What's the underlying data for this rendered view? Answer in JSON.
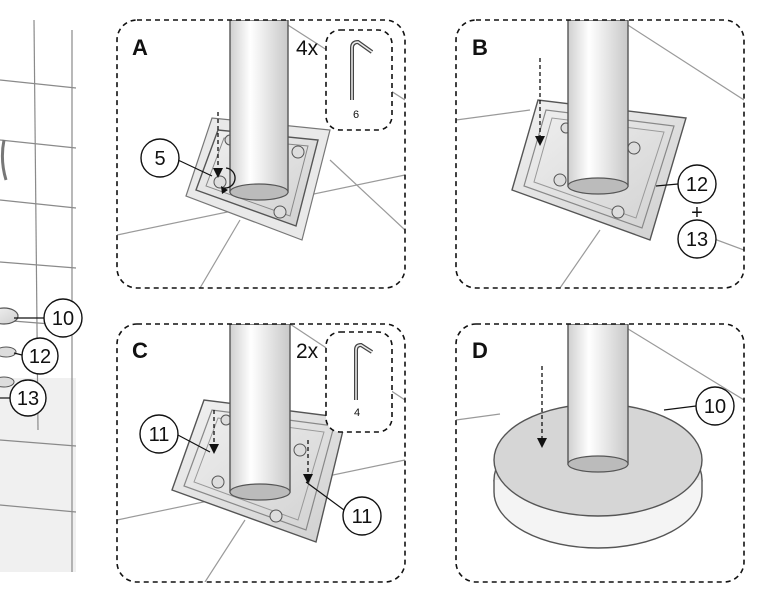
{
  "panels": [
    {
      "letter": "A",
      "quantity": "4x",
      "key_size": "6",
      "callouts": [
        "5"
      ]
    },
    {
      "letter": "B",
      "callouts": [
        "12",
        "13"
      ],
      "plus": "+"
    },
    {
      "letter": "C",
      "quantity": "2x",
      "key_size": "4",
      "callouts": [
        "11",
        "11"
      ]
    },
    {
      "letter": "D",
      "callouts": [
        "10"
      ]
    }
  ],
  "overview": {
    "callouts": [
      "10",
      "12",
      "13"
    ]
  }
}
